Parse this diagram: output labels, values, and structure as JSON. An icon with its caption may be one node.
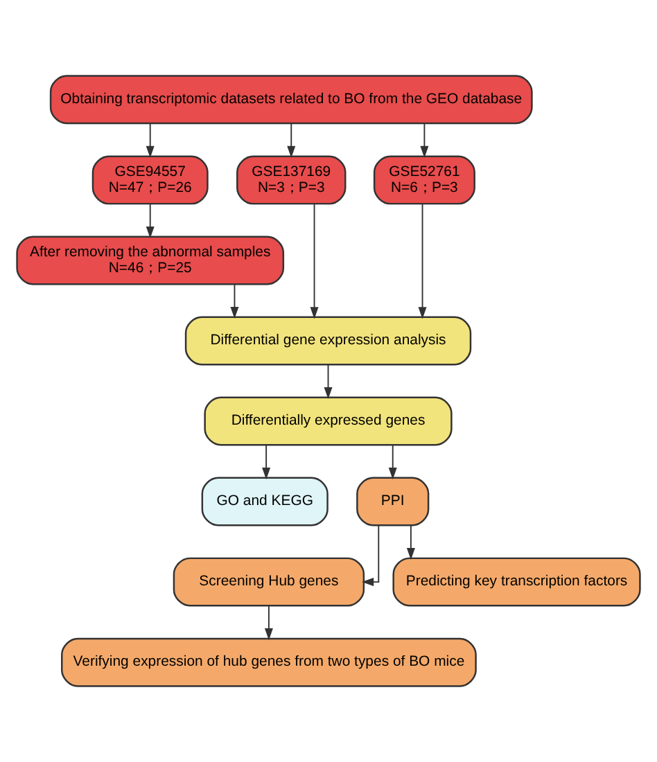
{
  "diagram": {
    "nodes": [
      {
        "text": [
          "Obtaining transcriptomic datasets related to BO from the GEO database"
        ]
      },
      {
        "text": [
          "GSE94557",
          "N=47；P=26"
        ]
      },
      {
        "text": [
          "GSE137169",
          "N=3；P=3"
        ]
      },
      {
        "text": [
          "GSE52761",
          "N=6；P=3"
        ]
      },
      {
        "text": [
          "After removing the abnormal samples",
          "N=46；P=25"
        ]
      },
      {
        "text": [
          "Differential gene expression analysis"
        ]
      },
      {
        "text": [
          "Differentially expressed genes"
        ]
      },
      {
        "text": [
          "GO and KEGG"
        ]
      },
      {
        "text": [
          "PPI"
        ]
      },
      {
        "text": [
          "Screening Hub genes"
        ]
      },
      {
        "text": [
          "Predicting key transcription factors"
        ]
      },
      {
        "text": [
          "Verifying expression of hub genes from two types of BO mice"
        ]
      }
    ],
    "edges": [
      {
        "from": 0,
        "to": 1,
        "arrow": "to"
      },
      {
        "from": 0,
        "to": 2,
        "arrow": "to"
      },
      {
        "from": 0,
        "to": 3,
        "arrow": "to"
      },
      {
        "from": 1,
        "to": 4,
        "arrow": "to"
      },
      {
        "from": 4,
        "to": 5,
        "arrow": "to"
      },
      {
        "from": 2,
        "to": 5,
        "arrow": "to"
      },
      {
        "from": 3,
        "to": 5,
        "arrow": "to"
      },
      {
        "from": 5,
        "to": 6,
        "arrow": "to"
      },
      {
        "from": 6,
        "to": 7,
        "arrow": "to"
      },
      {
        "from": 6,
        "to": 8,
        "arrow": "to"
      },
      {
        "from": 8,
        "to": 9,
        "arrow": "to"
      },
      {
        "from": 8,
        "to": 10,
        "arrow": "to"
      },
      {
        "from": 9,
        "to": 11,
        "arrow": "to"
      }
    ]
  }
}
